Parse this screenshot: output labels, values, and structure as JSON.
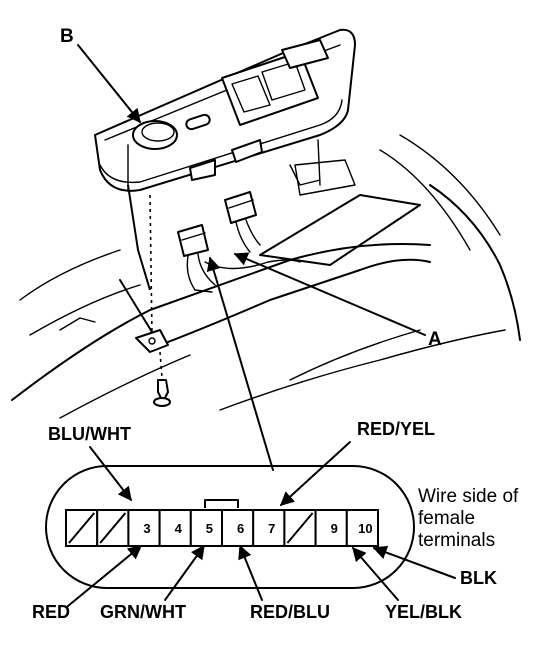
{
  "callouts": {
    "b": "B",
    "a": "A"
  },
  "connector": {
    "note_lines": [
      "Wire side of",
      "female",
      "terminals"
    ],
    "pins": [
      "",
      "",
      "3",
      "4",
      "5",
      "6",
      "7",
      "",
      "9",
      "10"
    ],
    "wires": {
      "blu_wht": "BLU/WHT",
      "red_yel": "RED/YEL",
      "red": "RED",
      "grn_wht": "GRN/WHT",
      "red_blu": "RED/BLU",
      "yel_blk": "YEL/BLK",
      "blk": "BLK"
    }
  }
}
